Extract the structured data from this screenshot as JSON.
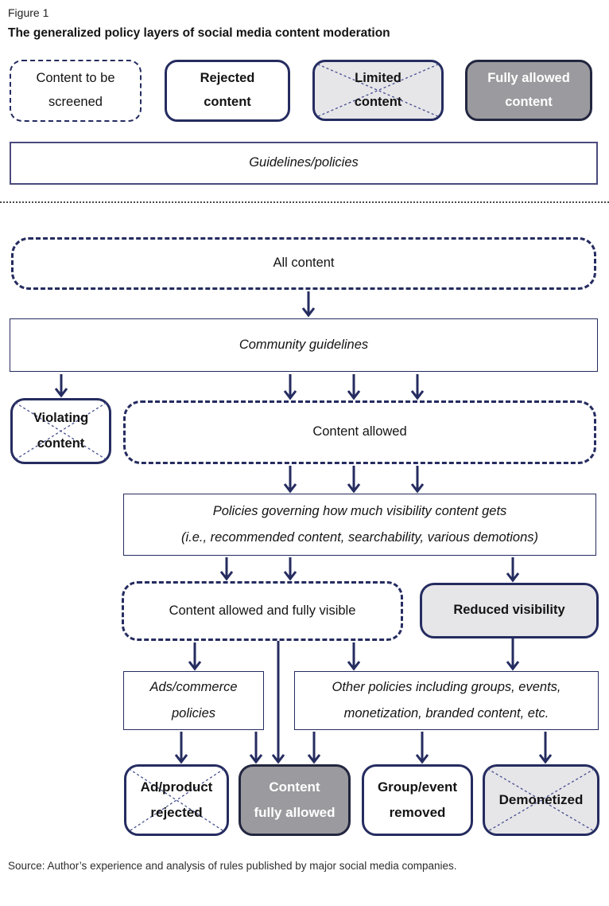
{
  "figure": {
    "label": "Figure 1",
    "title": "The generalized policy layers of social media content moderation"
  },
  "legend": {
    "screened": {
      "lines": [
        "Content to be",
        "screened"
      ]
    },
    "rejected": {
      "lines": [
        "Rejected",
        "content"
      ]
    },
    "limited": {
      "lines": [
        "Limited",
        "content"
      ]
    },
    "fully_allowed": {
      "lines": [
        "Fully allowed",
        "content"
      ]
    }
  },
  "nodes": {
    "guidelines": "Guidelines/policies",
    "all_content": "All content",
    "community_guidelines": "Community guidelines",
    "violating": {
      "lines": [
        "Violating",
        "content"
      ]
    },
    "content_allowed": "Content allowed",
    "visibility_policies": {
      "lines": [
        "Policies governing how much visibility content gets",
        "(i.e., recommended content, searchability, various demotions)"
      ]
    },
    "fully_visible": "Content allowed and fully visible",
    "reduced_visibility": "Reduced visibility",
    "ads_policies": {
      "lines": [
        "Ads/commerce",
        "policies"
      ]
    },
    "other_policies": {
      "lines": [
        "Other policies including groups, events,",
        "monetization, branded content, etc."
      ]
    },
    "ad_rejected": {
      "lines": [
        "Ad/product",
        "rejected"
      ]
    },
    "content_fully_allowed": {
      "lines": [
        "Content",
        "fully allowed"
      ]
    },
    "group_removed": {
      "lines": [
        "Group/event",
        "removed"
      ]
    },
    "demonetized": "Demonetized"
  },
  "source": "Source: Author’s experience and analysis of rules published by major social media companies.",
  "colors": {
    "navy": "#252c60",
    "cross": "#454e8e",
    "gray-dark": "#9b9b9f",
    "gray-light": "#e6e6e9",
    "slate": "#4b4b7e"
  }
}
